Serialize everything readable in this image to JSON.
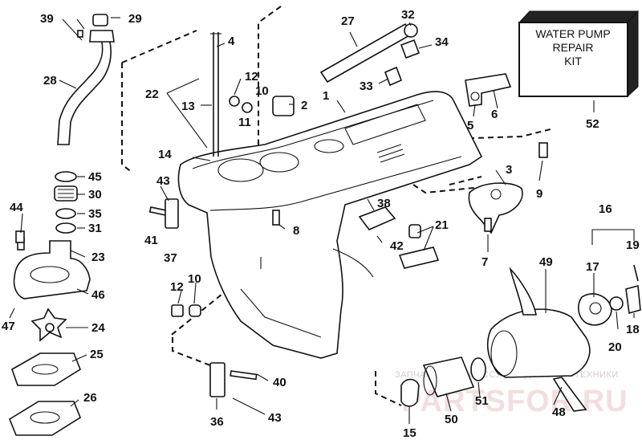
{
  "kit_label": [
    "WATER PUMP",
    "REPAIR",
    "KIT"
  ],
  "callouts": [
    "39",
    "29",
    "4",
    "28",
    "22",
    "13",
    "12",
    "10",
    "2",
    "11",
    "1",
    "27",
    "32",
    "34",
    "33",
    "5",
    "6",
    "52",
    "14",
    "43",
    "41",
    "37",
    "8",
    "38",
    "3",
    "9",
    "21",
    "42",
    "7",
    "16",
    "17",
    "19",
    "18",
    "20",
    "49",
    "44",
    "45",
    "30",
    "35",
    "31",
    "23",
    "46",
    "47",
    "24",
    "25",
    "26",
    "12",
    "10",
    "40",
    "36",
    "43",
    "50",
    "51",
    "48",
    "15"
  ],
  "watermark": {
    "small": "ЗАПЧАСТИ И АКСЕССУАРЫ ДЛЯ МОТОТЕХНИКИ",
    "big": "PARTSFOR.RU"
  }
}
